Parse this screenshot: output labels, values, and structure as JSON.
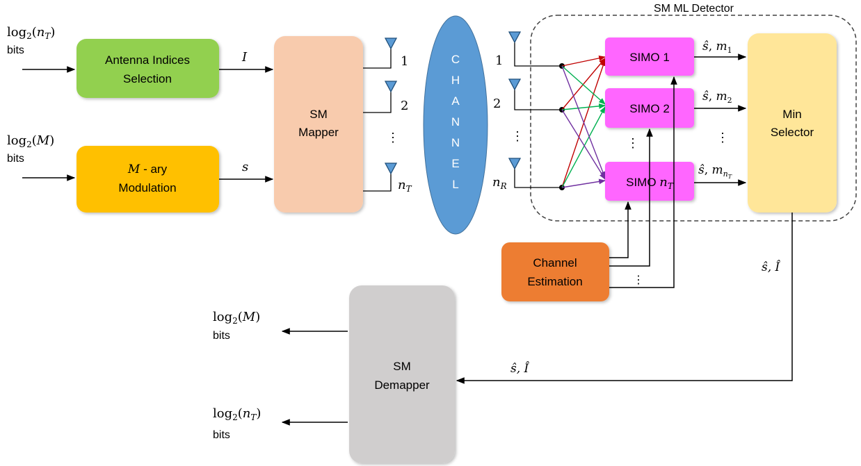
{
  "diagram": {
    "detector_title": "SM ML Detector",
    "inputs": {
      "top_math": "log2(nT)",
      "top_bits": "bits",
      "bottom_math": "log2(M)",
      "bottom_bits": "bits"
    },
    "blocks": {
      "antenna_selection_line1": "Antenna Indices",
      "antenna_selection_line2": "Selection",
      "modulation_prefix": "M",
      "modulation_line1_suffix": " - ary",
      "modulation_line2": "Modulation",
      "sm_mapper_line1": "SM",
      "sm_mapper_line2": "Mapper",
      "channel_letters": [
        "C",
        "H",
        "A",
        "N",
        "N",
        "E",
        "L"
      ],
      "simo_1": "SIMO 1",
      "simo_2": "SIMO 2",
      "simo_n_prefix": "SIMO ",
      "min_selector_line1": "Min",
      "min_selector_line2": "Selector",
      "channel_est_line1": "Channel",
      "channel_est_line2": "Estimation",
      "sm_demapper_line1": "SM",
      "sm_demapper_line2": "Demapper"
    },
    "signals": {
      "I": "I",
      "s": "s",
      "tx_1": "1",
      "tx_2": "2",
      "tx_vdots": "⋮",
      "rx_1": "1",
      "rx_2": "2",
      "rx_vdots": "⋮",
      "detector_out": "ŝ, Î",
      "demapper_in": "ŝ, Î",
      "out_top_math": "log2(M)",
      "out_top_bits": "bits",
      "out_bottom_math": "log2(nT)",
      "out_bottom_bits": "bits"
    },
    "colors": {
      "antenna_selection": "#92d050",
      "modulation": "#ffc000",
      "sm_mapper": "#f8cbad",
      "channel": "#5b9bd5",
      "simo": "#ff66ff",
      "min_selector": "#ffe699",
      "channel_estimation": "#ed7d31",
      "sm_demapper": "#d0cece",
      "link_red": "#c00000",
      "link_green": "#00b050",
      "link_purple": "#7030a0"
    }
  }
}
